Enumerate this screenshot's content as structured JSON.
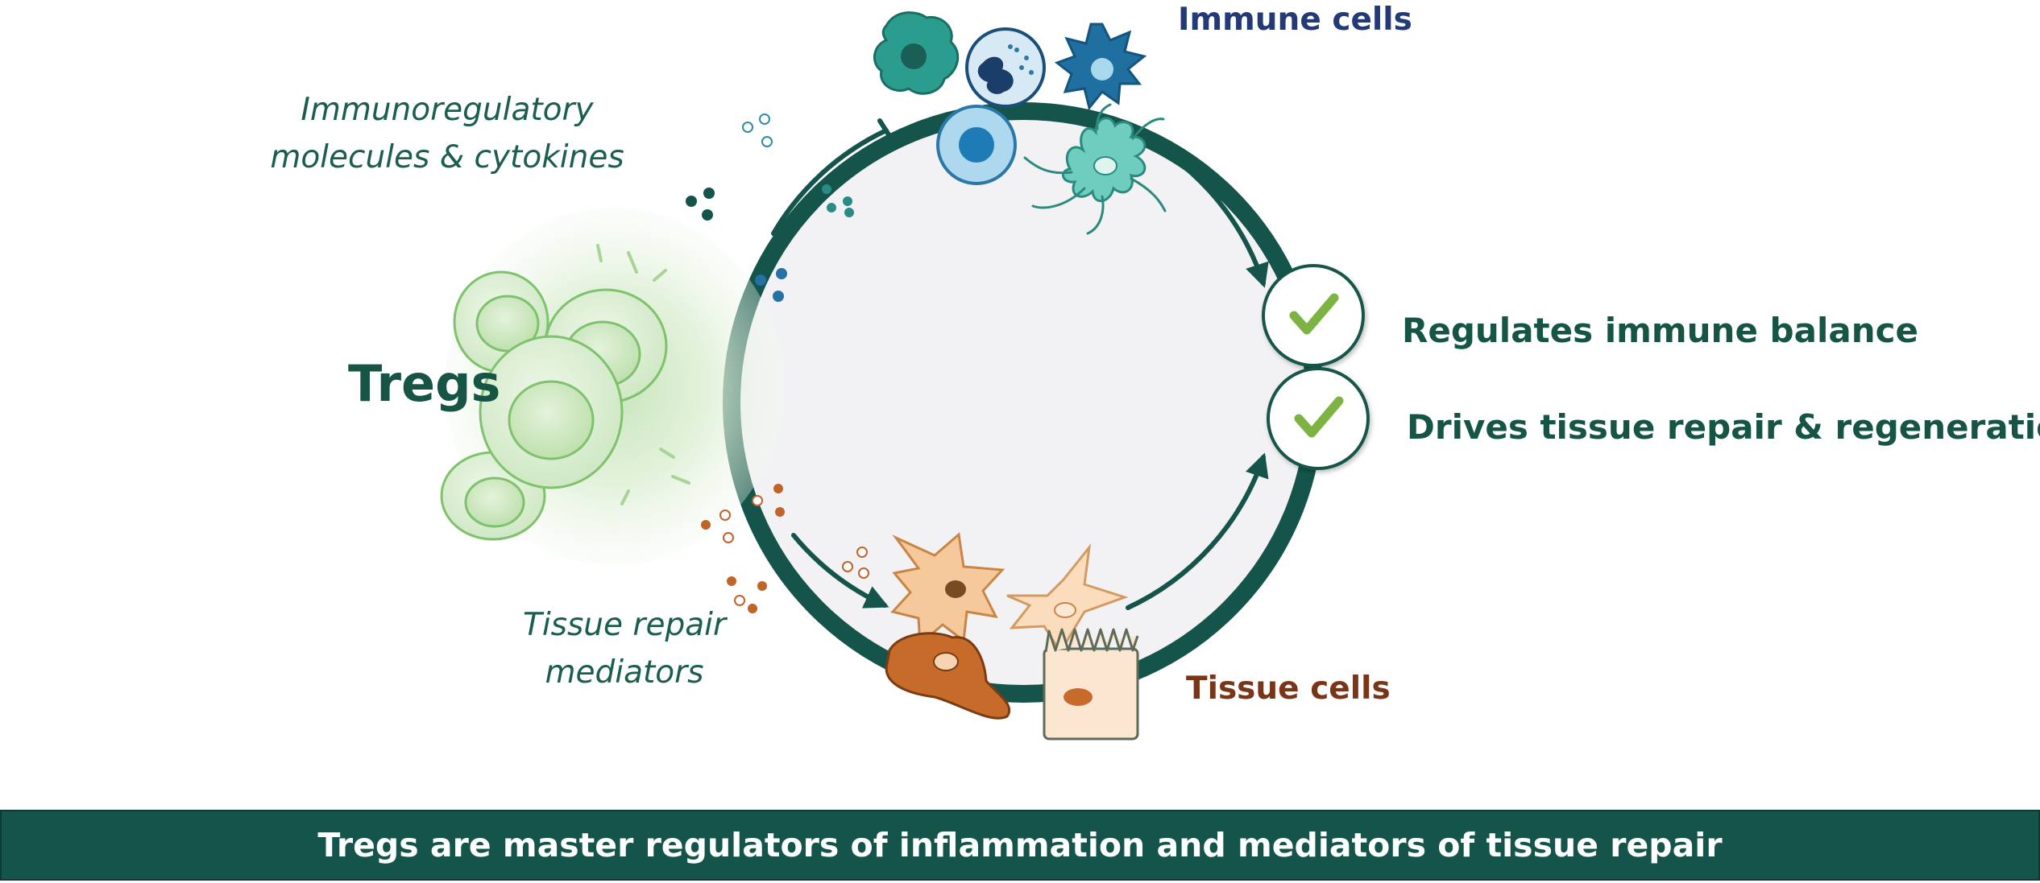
{
  "labels": {
    "immune_cells": "Immune cells",
    "immunoregulatory_line1": "Immunoregulatory",
    "immunoregulatory_line2": "molecules & cytokines",
    "tregs": "Tregs",
    "tissue_repair_line1": "Tissue repair",
    "tissue_repair_line2": "mediators",
    "tissue_cells": "Tissue cells"
  },
  "outcomes": [
    {
      "label": "Regulates immune balance",
      "icon": "checkmark-icon"
    },
    {
      "label": "Drives tissue repair & regeneration",
      "icon": "checkmark-icon"
    }
  ],
  "banner": {
    "text": "Tregs are master regulators of inflammation and mediators of tissue repair"
  },
  "colors": {
    "dark_green": "#14544a",
    "text_green": "#165446",
    "immune_label": "#233a77",
    "tissue_label": "#7a3418",
    "check_green": "#7cb342",
    "treg_cell_green": "#7fc26d"
  }
}
